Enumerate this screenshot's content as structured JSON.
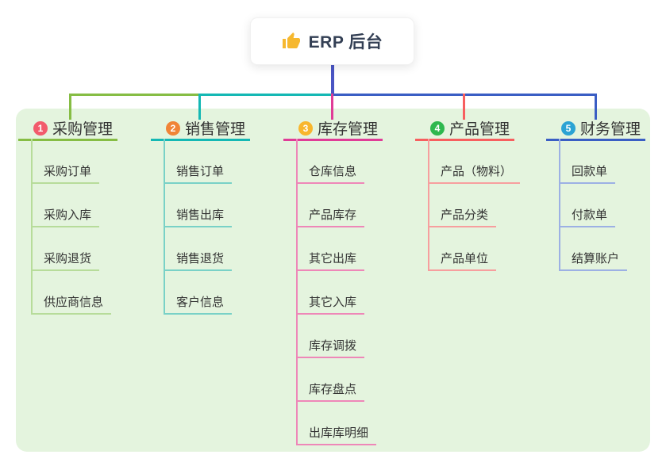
{
  "root": {
    "label": "ERP 后台",
    "icon": "thumbs-up-icon",
    "icon_color": "#f6b82f",
    "line_color": "#4a55c4",
    "text_color": "#333f54"
  },
  "canvas": {
    "panel_color": "#e4f4de",
    "background_color": "#ffffff",
    "text_color": "#333333"
  },
  "branches": [
    {
      "num": "1",
      "label": "采购管理",
      "badge_color": "#f25b6c",
      "line_color": "#86bd44",
      "child_line_color": "#b7dc9a",
      "children": [
        "采购订单",
        "采购入库",
        "采购退货",
        "供应商信息"
      ]
    },
    {
      "num": "2",
      "label": "销售管理",
      "badge_color": "#f08437",
      "line_color": "#14b8b4",
      "child_line_color": "#79d1c7",
      "children": [
        "销售订单",
        "销售出库",
        "销售退货",
        "客户信息"
      ]
    },
    {
      "num": "3",
      "label": "库存管理",
      "badge_color": "#f8b62d",
      "line_color": "#e03c97",
      "child_line_color": "#ee87b8",
      "children": [
        "仓库信息",
        "产品库存",
        "其它出库",
        "其它入库",
        "库存调拨",
        "库存盘点",
        "出库库明细"
      ]
    },
    {
      "num": "4",
      "label": "产品管理",
      "badge_color": "#2eb84e",
      "line_color": "#f75f5f",
      "child_line_color": "#f79e9e",
      "children": [
        "产品（物料）",
        "产品分类",
        "产品单位"
      ]
    },
    {
      "num": "5",
      "label": "财务管理",
      "badge_color": "#2ba3d4",
      "line_color": "#3a5ec4",
      "child_line_color": "#9cb0e4",
      "children": [
        "回款单",
        "付款单",
        "结算账户"
      ]
    }
  ]
}
